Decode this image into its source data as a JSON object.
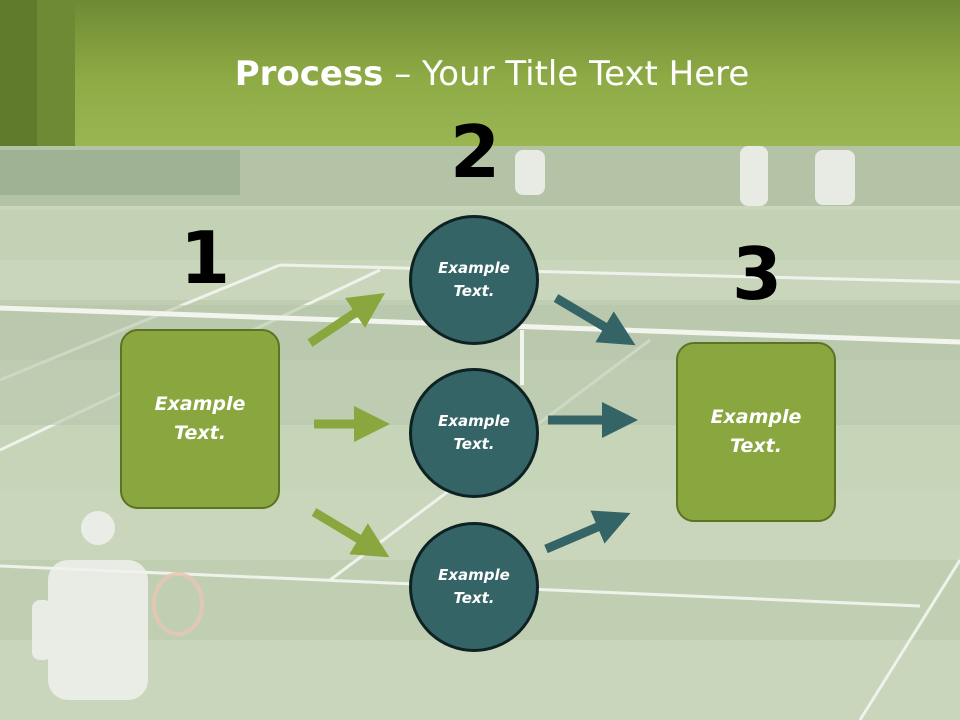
{
  "title": {
    "bold": "Process",
    "rest": " – Your Title Text Here"
  },
  "steps": [
    {
      "number": "1",
      "label": "Example\nText."
    },
    {
      "number": "2"
    },
    {
      "number": "3",
      "label": "Example\nText."
    }
  ],
  "circles": [
    {
      "label": "Example\nText."
    },
    {
      "label": "Example\nText."
    },
    {
      "label": "Example\nText."
    }
  ],
  "colors": {
    "green": "#8aa63e",
    "teal": "#346466",
    "header": "#8fab46"
  },
  "icons": {
    "arrow": "right-arrow-icon"
  }
}
